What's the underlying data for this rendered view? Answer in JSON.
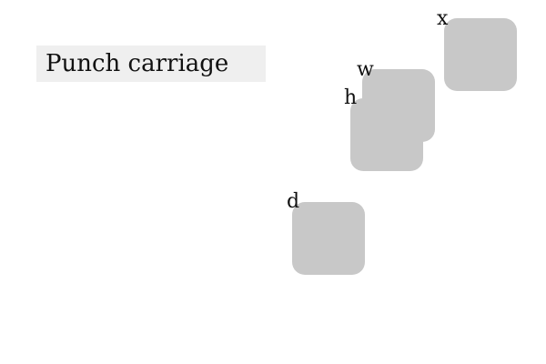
{
  "instruction": {
    "text": "Punch carriage"
  },
  "keys": [
    {
      "id": "x",
      "label": "x"
    },
    {
      "id": "w",
      "label": "w"
    },
    {
      "id": "h",
      "label": "h"
    },
    {
      "id": "d",
      "label": "d"
    }
  ],
  "colors": {
    "key_fill": "#c8c8c8",
    "instruction_bg": "#efefef",
    "text": "#111111"
  }
}
